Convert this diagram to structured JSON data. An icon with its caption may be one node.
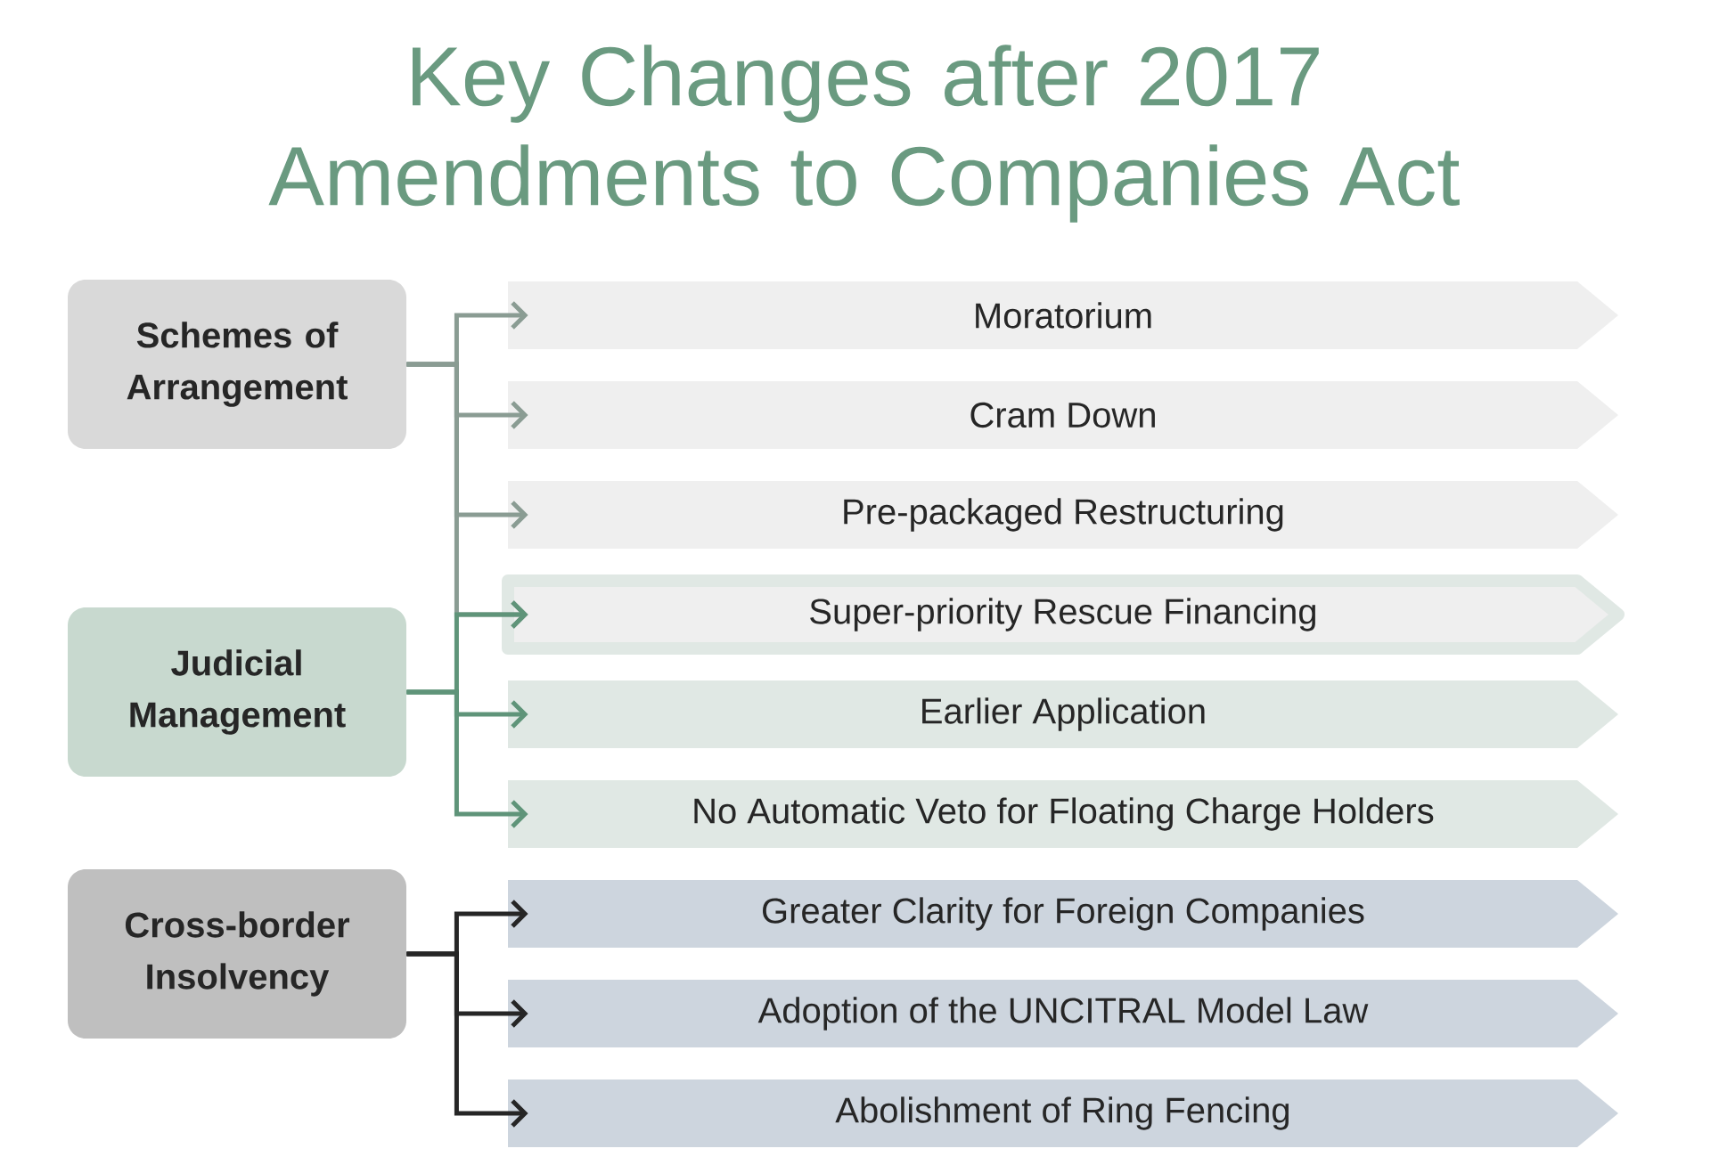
{
  "diagram": {
    "title": "Key Changes after 2017 Amendments to Companies Act",
    "nodes": [
      {
        "text": [
          "Schemes of Arrangement"
        ]
      },
      {
        "text": [
          "Judicial Management"
        ]
      },
      {
        "text": [
          "Cross-border Insolvency"
        ]
      },
      {
        "text": [
          "Moratorium"
        ]
      },
      {
        "text": [
          "Cram Down"
        ]
      },
      {
        "text": [
          "Pre-packaged Restructuring"
        ]
      },
      {
        "text": [
          "Super-priority Rescue Financing"
        ]
      },
      {
        "text": [
          "Earlier Application"
        ]
      },
      {
        "text": [
          "No Automatic Veto for Floating Charge Holders"
        ]
      },
      {
        "text": [
          "Greater Clarity for Foreign Companies"
        ]
      },
      {
        "text": [
          "Adoption of the UNCITRAL Model Law"
        ]
      },
      {
        "text": [
          "Abolishment of Ring Fencing"
        ]
      }
    ],
    "edges": [
      {
        "from": 0,
        "to": 3,
        "arrow": "to",
        "color": "#8a9c93"
      },
      {
        "from": 0,
        "to": 4,
        "arrow": "to",
        "color": "#8a9c93"
      },
      {
        "from": 0,
        "to": 5,
        "arrow": "to",
        "color": "#8a9c93"
      },
      {
        "from": 0,
        "to": 6,
        "arrow": "to",
        "color": "#8a9c93"
      },
      {
        "from": 1,
        "to": 6,
        "arrow": "to",
        "color": "#5f9479"
      },
      {
        "from": 1,
        "to": 7,
        "arrow": "to",
        "color": "#5f9479"
      },
      {
        "from": 1,
        "to": 8,
        "arrow": "to",
        "color": "#5f9479"
      },
      {
        "from": 2,
        "to": 9,
        "arrow": "to",
        "color": "#262626"
      },
      {
        "from": 2,
        "to": 10,
        "arrow": "to",
        "color": "#262626"
      },
      {
        "from": 2,
        "to": 11,
        "arrow": "to",
        "color": "#262626"
      }
    ]
  }
}
